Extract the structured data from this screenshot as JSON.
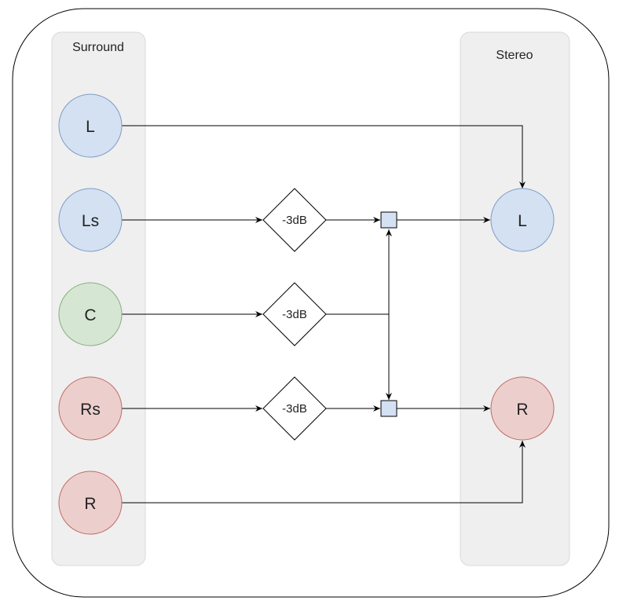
{
  "diagram": {
    "groups": {
      "surround": {
        "title": "Surround"
      },
      "stereo": {
        "title": "Stereo"
      }
    },
    "surround_nodes": [
      {
        "id": "L",
        "label": "L",
        "fill": "#d4e1f2",
        "stroke": "#7d9bc7"
      },
      {
        "id": "Ls",
        "label": "Ls",
        "fill": "#d4e1f2",
        "stroke": "#7d9bc7"
      },
      {
        "id": "C",
        "label": "C",
        "fill": "#d5e7d3",
        "stroke": "#84b07b"
      },
      {
        "id": "Rs",
        "label": "Rs",
        "fill": "#eccfcd",
        "stroke": "#c26b66"
      },
      {
        "id": "R",
        "label": "R",
        "fill": "#eccfcd",
        "stroke": "#c26b66"
      }
    ],
    "attenuators": [
      {
        "id": "att-ls",
        "label": "-3dB"
      },
      {
        "id": "att-c",
        "label": "-3dB"
      },
      {
        "id": "att-rs",
        "label": "-3dB"
      }
    ],
    "stereo_nodes": [
      {
        "id": "L",
        "label": "L",
        "fill": "#d4e1f2",
        "stroke": "#7d9bc7"
      },
      {
        "id": "R",
        "label": "R",
        "fill": "#eccfcd",
        "stroke": "#c26b66"
      }
    ],
    "colors": {
      "panel": "#efefef",
      "panel_stroke": "#d9d9d9",
      "junction_fill": "#d4e1f2",
      "line": "#000000"
    }
  }
}
